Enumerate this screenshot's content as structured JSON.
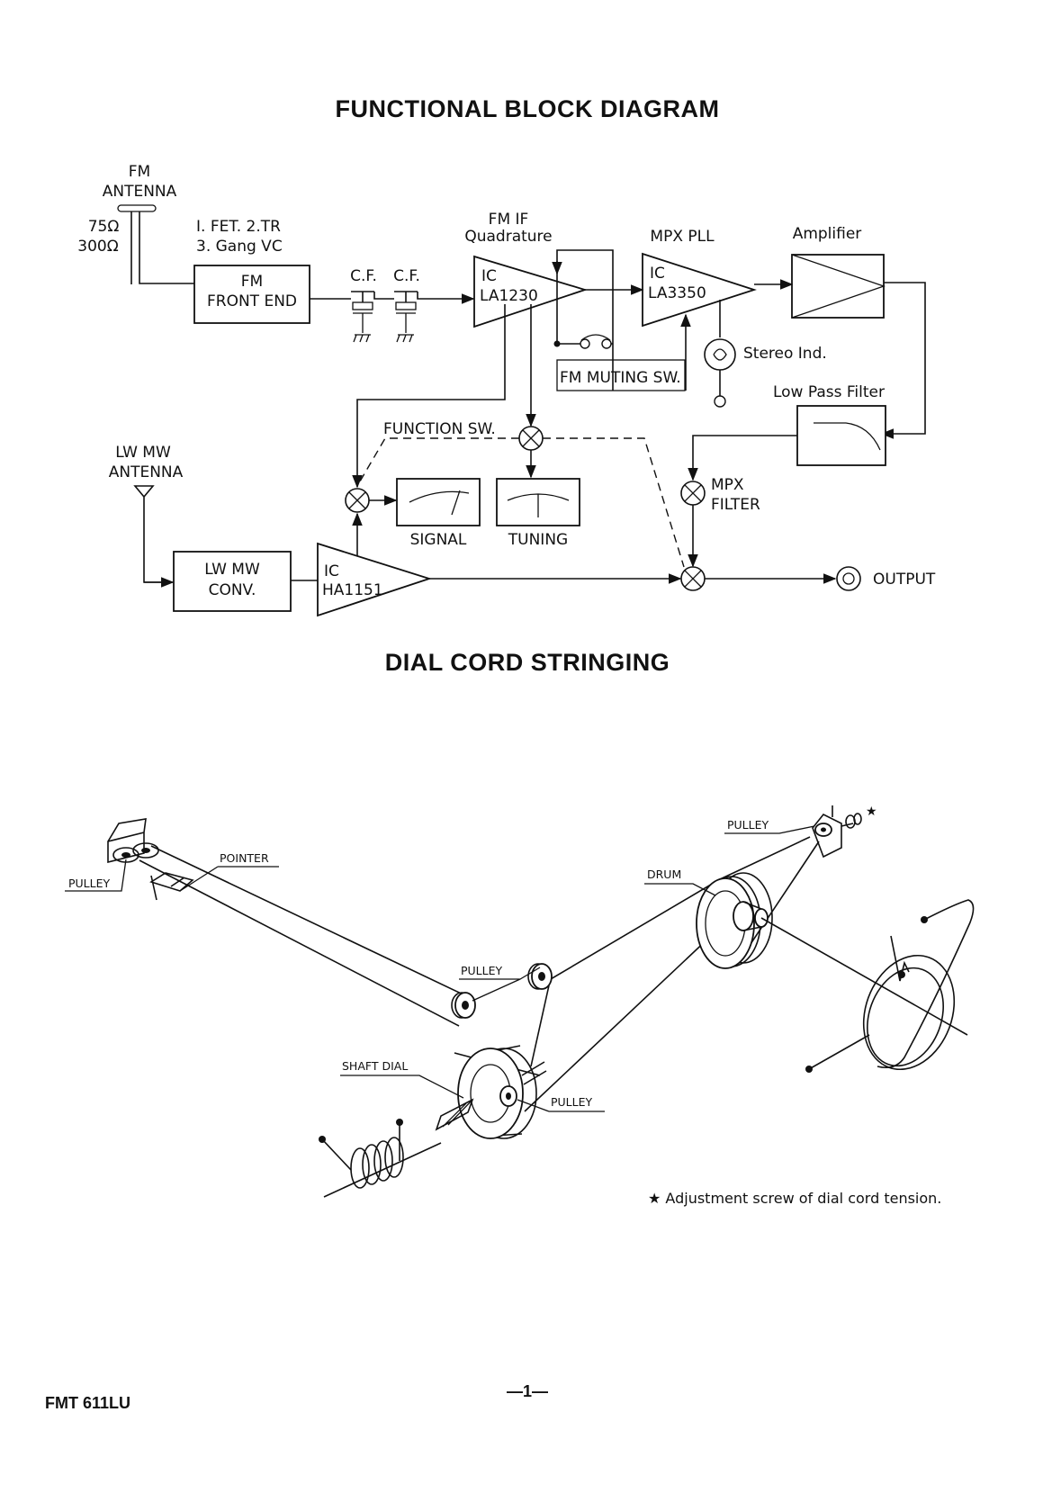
{
  "titles": {
    "block_diagram": "FUNCTIONAL BLOCK DIAGRAM",
    "dial_cord": "DIAL CORD STRINGING"
  },
  "block_diagram": {
    "fm_antenna": [
      "FM",
      "ANTENNA"
    ],
    "impedance": [
      "75Ω",
      "300Ω"
    ],
    "front_end_notes": [
      "I. FET. 2.TR",
      "3. Gang VC"
    ],
    "fm_front_end": [
      "FM",
      "FRONT END"
    ],
    "cf_labels": [
      "C.F.",
      "C.F."
    ],
    "fm_if_label": [
      "FM IF",
      "Quadrature"
    ],
    "ic_la1230": [
      "IC",
      "LA1230"
    ],
    "mpx_pll_label": "MPX PLL",
    "ic_la3350": [
      "IC",
      "LA3350"
    ],
    "amplifier_label": "Amplifier",
    "stereo_ind": "Stereo Ind.",
    "fm_muting_sw": "FM MUTING SW.",
    "low_pass_filter": "Low Pass Filter",
    "function_sw": "FUNCTION SW.",
    "lw_mw_antenna": [
      "LW MW",
      "ANTENNA"
    ],
    "signal_meter": "SIGNAL",
    "tuning_meter": "TUNING",
    "mpx_filter": [
      "MPX",
      "FILTER"
    ],
    "lw_mw_conv": [
      "LW MW",
      "CONV."
    ],
    "ic_ha1151": [
      "IC",
      "HA1151"
    ],
    "output": "OUTPUT"
  },
  "dial_cord": {
    "pulley_left": "PULLEY",
    "pointer": "POINTER",
    "pulley_top_right": "PULLEY",
    "drum": "DRUM",
    "pulley_middle": "PULLEY",
    "shaft_dial": "SHAFT DIAL",
    "pulley_bottom": "PULLEY",
    "adjustment_note": "★ Adjustment screw of dial cord tension."
  },
  "footer": {
    "model": "FMT 611LU",
    "page_number": "—1—"
  }
}
